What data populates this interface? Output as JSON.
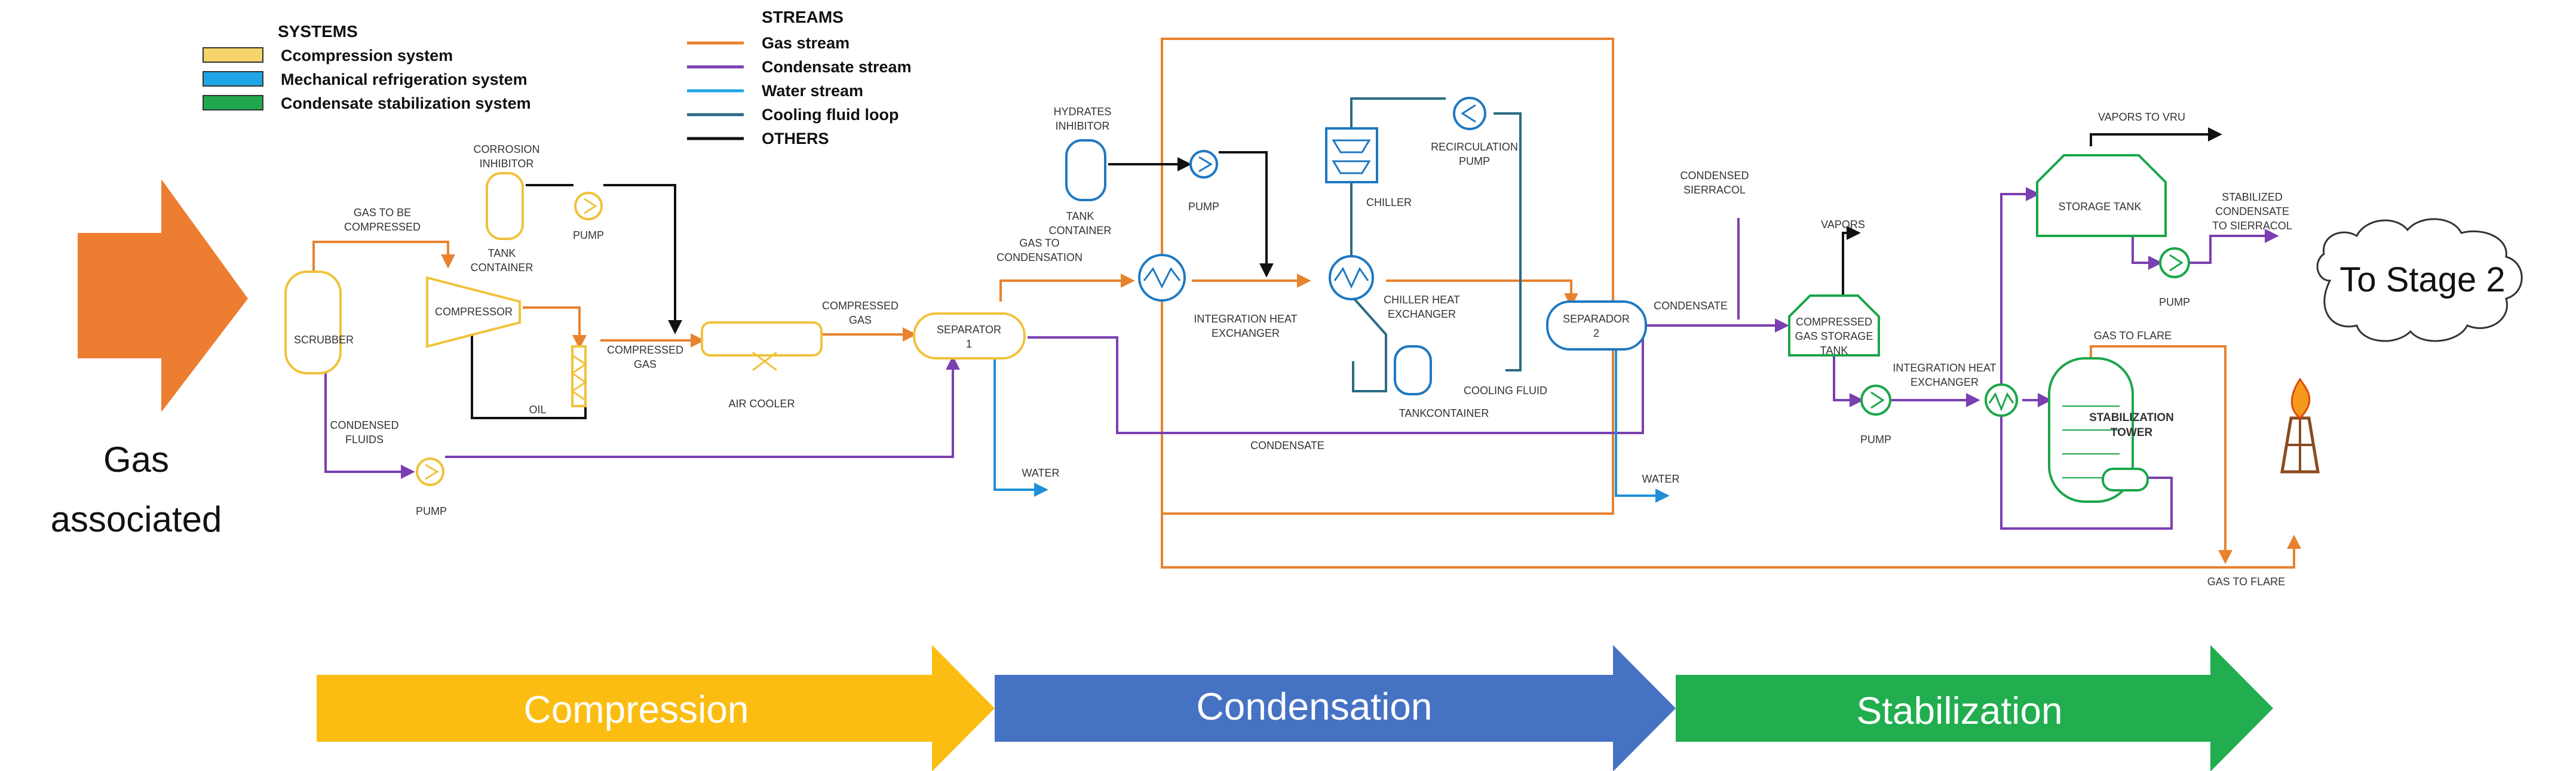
{
  "legend": {
    "systems_title": "SYSTEMS",
    "systems": [
      {
        "label": "Ccompression system",
        "color": "#f6d36b"
      },
      {
        "label": "Mechanical refrigeration system",
        "color": "#20a6e6"
      },
      {
        "label": "Condensate stabilization system",
        "color": "#21a84e"
      }
    ],
    "streams_title": "STREAMS",
    "streams": [
      {
        "label": "Gas stream",
        "color": "#e8822e"
      },
      {
        "label": "Condensate stream",
        "color": "#7a3fb0"
      },
      {
        "label": "Water stream",
        "color": "#1fa8e0"
      },
      {
        "label": "Cooling fluid loop",
        "color": "#2c6a85"
      },
      {
        "label": "OTHERS",
        "color": "#111111"
      }
    ]
  },
  "inlet_label_1": "Gas",
  "inlet_label_2": "associated",
  "outlet_label": "To Stage 2",
  "stages": [
    {
      "label": "Compression",
      "color": "#fbbd12"
    },
    {
      "label": "Condensation",
      "color": "#4672c4"
    },
    {
      "label": "Stabilization",
      "color": "#22ad4f"
    }
  ],
  "labels": {
    "gas_to_be_compressed_1": "GAS TO BE",
    "gas_to_be_compressed_2": "COMPRESSED",
    "scrubber": "SCRUBBER",
    "condensed_fluids_1": "CONDENSED",
    "condensed_fluids_2": "FLUIDS",
    "pump": "PUMP",
    "corrosion_inhibitor_1": "CORROSION",
    "corrosion_inhibitor_2": "INHIBITOR",
    "tank_container_1": "TANK",
    "tank_container_2": "CONTAINER",
    "compressor": "COMPRESSOR",
    "oil": "OIL",
    "compressed_gas_1": "COMPRESSED",
    "compressed_gas_2": "GAS",
    "air_cooler": "AIR COOLER",
    "separator_1_a": "SEPARATOR",
    "separator_1_b": "1",
    "water": "WATER",
    "hydrates_inhibitor_1": "HYDRATES",
    "hydrates_inhibitor_2": "INHIBITOR",
    "gas_to_condensation_1": "GAS TO",
    "gas_to_condensation_2": "CONDENSATION",
    "integration_hx_1": "INTEGRATION HEAT",
    "integration_hx_2": "EXCHANGER",
    "chiller": "CHILLER",
    "recirculation_pump_1": "RECIRCULATION",
    "recirculation_pump_2": "PUMP",
    "chiller_hx_1": "CHILLER HEAT",
    "chiller_hx_2": "EXCHANGER",
    "cooling_fluid": "COOLING FLUID",
    "condensate": "CONDENSATE",
    "separador_2_a": "SEPARADOR",
    "separador_2_b": "2",
    "condensed_sierracol_1": "CONDENSED",
    "condensed_sierracol_2": "SIERRACOL",
    "vapors": "VAPORS",
    "compressed_gas_storage_1": "COMPRESSED",
    "compressed_gas_storage_2": "GAS STORAGE",
    "compressed_gas_storage_3": "TANK",
    "integration_hx2_1": "INTEGRATION HEAT",
    "integration_hx2_2": "EXCHANGER",
    "vapors_to_vru": "VAPORS TO VRU",
    "storage_tank": "STORAGE TANK",
    "stabilized_condensate_1": "STABILIZED",
    "stabilized_condensate_2": "CONDENSATE",
    "stabilized_condensate_3": "TO SIERRACOL",
    "gas_to_flare": "GAS TO FLARE",
    "stabilization_tower_1": "STABILIZATION",
    "stabilization_tower_2": "TOWER"
  }
}
